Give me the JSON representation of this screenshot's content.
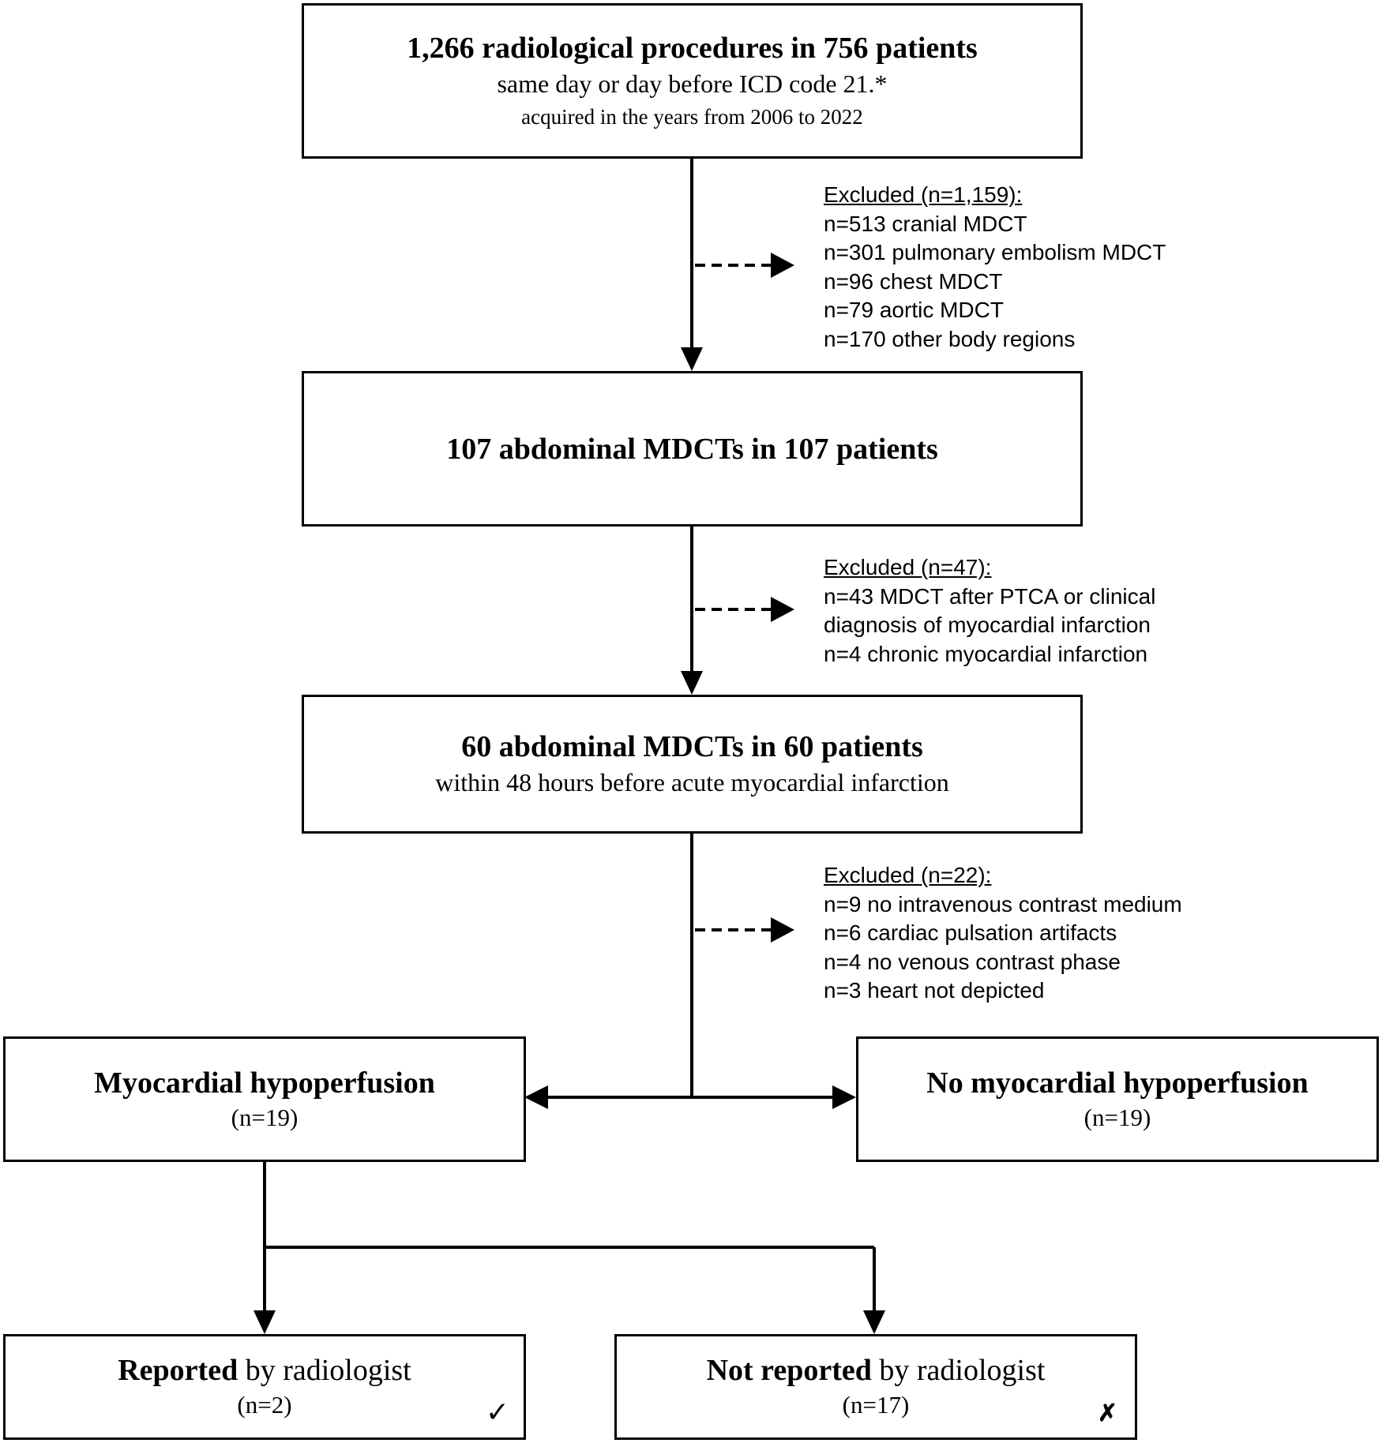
{
  "boxes": {
    "b1": {
      "title": "1,266 radiological procedures in 756 patients",
      "line2": "same day or day before ICD code 21.*",
      "line3": "acquired in the years from 2006 to 2022"
    },
    "b2": {
      "title": "107 abdominal MDCTs in 107 patients"
    },
    "b3": {
      "title": "60 abdominal MDCTs in 60 patients",
      "line2": "within 48 hours before acute myocardial infarction"
    },
    "hypo": {
      "title": "Myocardial hypoperfusion",
      "count": "(n=19)"
    },
    "nohypo": {
      "title": "No myocardial hypoperfusion",
      "count": "(n=19)"
    },
    "reported": {
      "bold": "Reported",
      "rest": " by radiologist",
      "count": "(n=2)",
      "mark": "✓"
    },
    "notreported": {
      "bold": "Not reported",
      "rest": " by radiologist",
      "count": "(n=17)",
      "mark": "✗"
    }
  },
  "exclusions": {
    "e1": {
      "header": "Excluded (n=1,159):",
      "items": [
        "n=513 cranial MDCT",
        "n=301 pulmonary embolism MDCT",
        "n=96 chest MDCT",
        "n=79 aortic MDCT",
        "n=170 other body regions"
      ]
    },
    "e2": {
      "header": "Excluded (n=47):",
      "items": [
        "n=43 MDCT after PTCA or clinical",
        "diagnosis of myocardial infarction",
        "n=4 chronic myocardial infarction"
      ]
    },
    "e3": {
      "header": "Excluded (n=22):",
      "items": [
        "n=9 no intravenous contrast medium",
        "n=6 cardiac pulsation artifacts",
        "n=4 no venous contrast phase",
        "n=3 heart not depicted"
      ]
    }
  },
  "style": {
    "line_color": "#000000",
    "background": "#ffffff"
  }
}
